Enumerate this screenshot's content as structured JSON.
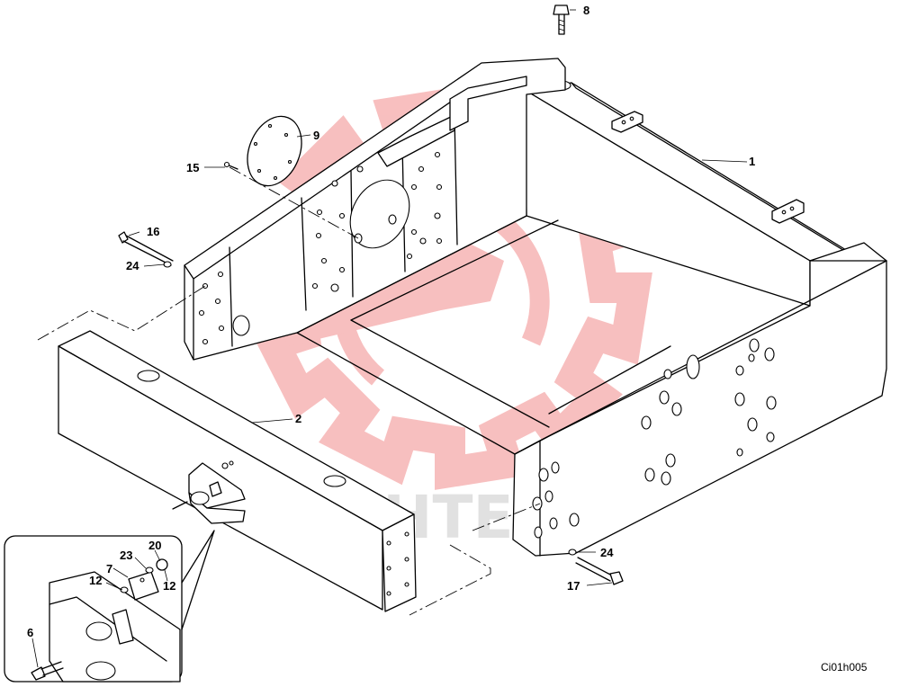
{
  "drawing": {
    "code": "Ci01h005",
    "callouts": {
      "c1": "1",
      "c2": "2",
      "c6": "6",
      "c7": "7",
      "c8": "8",
      "c9": "9",
      "c12a": "12",
      "c12b": "12",
      "c15": "15",
      "c16": "16",
      "c17": "17",
      "c20": "20",
      "c23": "23",
      "c24a": "24",
      "c24b": "24"
    }
  },
  "watermark": {
    "text": "ИНТЕХ",
    "gear_color": "#f28b8b",
    "text_color": "#c9c9c9"
  }
}
